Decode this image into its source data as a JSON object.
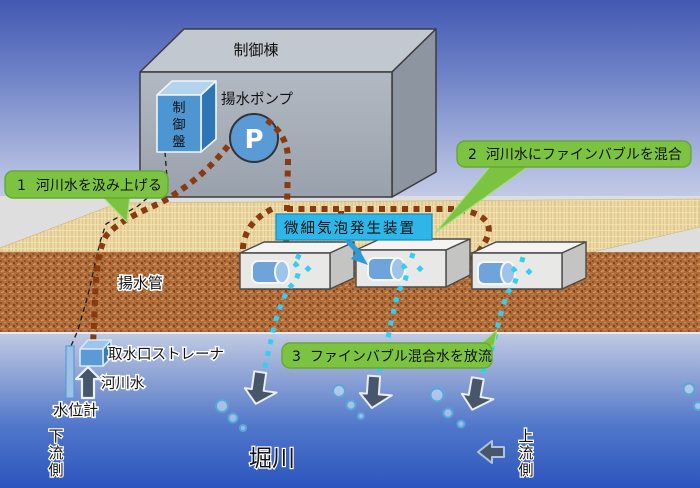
{
  "diagram": {
    "title_area": {
      "building_label": "制御棟",
      "pump_label": "揚水ポンプ",
      "pump_symbol": "P",
      "control_panel_chars": [
        "制",
        "御",
        "盤"
      ]
    },
    "callouts": [
      {
        "number": "1",
        "text": "河川水を汲み上げる"
      },
      {
        "number": "2",
        "text": "河川水にファインバブルを混合"
      },
      {
        "number": "3",
        "text": "ファインバブル混合水を放流"
      }
    ],
    "bubble_device_label": "微細気泡発生装置",
    "pipe_label": "揚水管",
    "intake": {
      "strainer_label": "取水口ストレーナ",
      "river_water_label": "河川水",
      "gauge_label": "水位計"
    },
    "river": {
      "name": "堀川",
      "downstream_chars": [
        "下",
        "流",
        "側"
      ],
      "upstream_chars": [
        "上",
        "流",
        "側"
      ]
    },
    "colors": {
      "callout_green": "#7CC342",
      "callout_border": "#66A833",
      "device_label_cyan": "#2EB6E8",
      "pipe_brown": "#8A3A10",
      "bubble_cyan": "#35CEF2",
      "pump_blue": "#5B9BD5",
      "arrow_slate": "#47566A"
    }
  }
}
